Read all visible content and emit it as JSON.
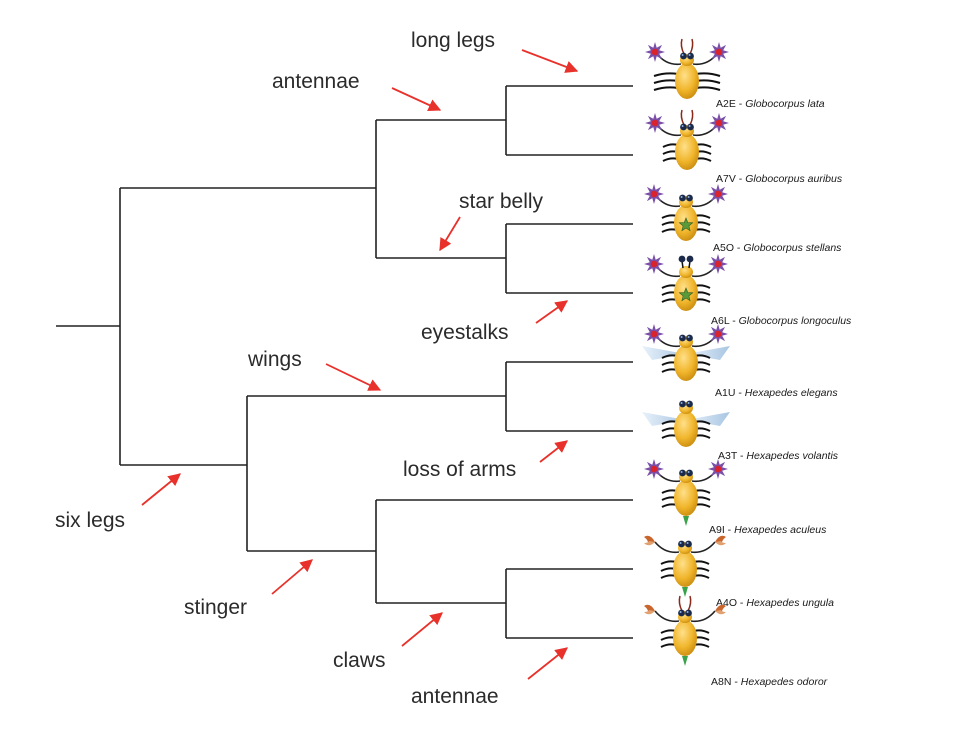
{
  "colors": {
    "arrow": "#e8312a",
    "branch": "#222222",
    "body": "#f0b52b",
    "body_shade": "#d89a12",
    "star_outer": "#7a4fa8",
    "star_inner": "#d9232d",
    "belly_star": "#5a9a3a",
    "wing": "#bfd6ec",
    "claw": "#c8662e",
    "stinger": "#3aa34a"
  },
  "traits": {
    "long_legs": "long legs",
    "antennae_top": "antennae",
    "star_belly": "star belly",
    "eyestalks": "eyestalks",
    "wings": "wings",
    "loss_of_arms": "loss of arms",
    "six_legs": "six legs",
    "stinger": "stinger",
    "claws": "claws",
    "antennae_bottom": "antennae"
  },
  "taxa": [
    {
      "code": "A2E",
      "sep": " - ",
      "name": "Globocorpus lata",
      "icon": "star-hands-antennae-long-legs"
    },
    {
      "code": "A7V",
      "sep": " - ",
      "name": "Globocorpus auribus",
      "icon": "star-hands-antennae"
    },
    {
      "code": "A5O",
      "sep": " - ",
      "name": "Globocorpus stellans",
      "icon": "star-hands-star-belly"
    },
    {
      "code": "A6L",
      "sep": " - ",
      "name": "Globocorpus longoculus",
      "icon": "star-hands-star-belly-eyestalks"
    },
    {
      "code": "A1U",
      "sep": " - ",
      "name": "Hexapedes elegans",
      "icon": "star-hands-wings"
    },
    {
      "code": "A3T",
      "sep": " - ",
      "name": "Hexapedes volantis",
      "icon": "wings-no-arms"
    },
    {
      "code": "A9I",
      "sep": " - ",
      "name": "Hexapedes aculeus",
      "icon": "star-hands-stinger"
    },
    {
      "code": "A4O",
      "sep": " - ",
      "name": "Hexapedes ungula",
      "icon": "claws-stinger"
    },
    {
      "code": "A8N",
      "sep": " - ",
      "name": "Hexapedes odoror",
      "icon": "claws-antennae-stinger"
    }
  ]
}
